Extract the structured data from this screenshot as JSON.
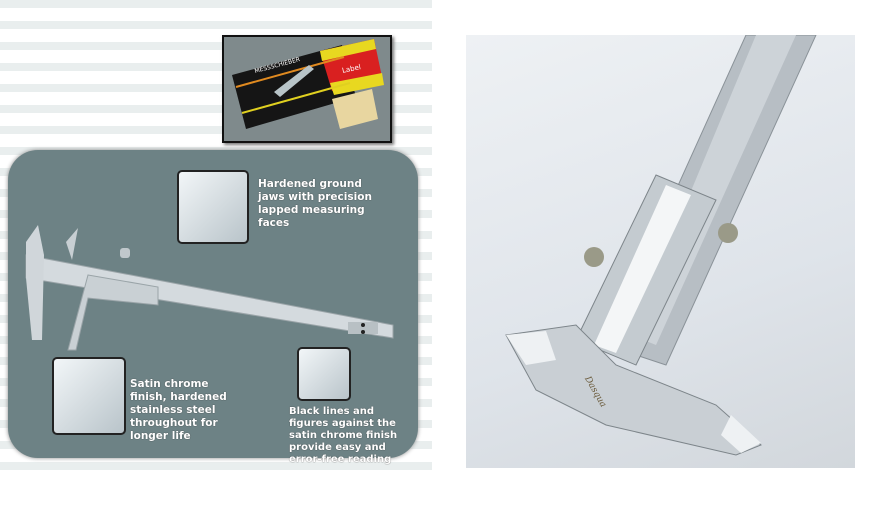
{
  "left_panel": {
    "box_label": "MESSSCHIEBER",
    "box_side_label": "Label",
    "features": [
      {
        "text": "Hardened ground jaws with  precision lapped measuring faces"
      },
      {
        "text": "Satin chrome finish, hardened stainless steel throughout for longer life"
      },
      {
        "text": "Black lines and figures against the satin chrome finish provide easy and error-free reading"
      }
    ]
  },
  "right_photo": {
    "brand": "Dasqua"
  },
  "colors": {
    "panel": "#6d8285",
    "stripe": "#e9eeee",
    "text": "#ffffff"
  }
}
